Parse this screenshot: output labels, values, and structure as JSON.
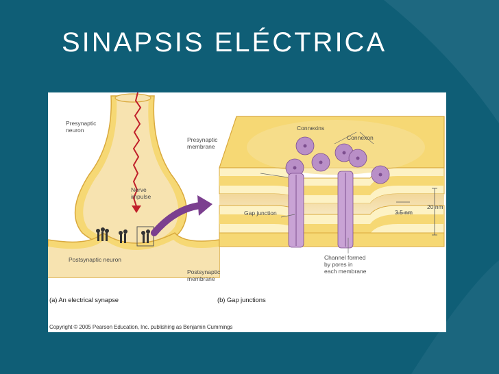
{
  "slide": {
    "title": "SINAPSIS ELÉCTRICA",
    "colors": {
      "background": "#0f5e76",
      "background_accent": "#2b7189",
      "title_text": "#ffffff",
      "membrane_yellow": "#f6d874",
      "membrane_light": "#fdf2c4",
      "cytoplasm": "#f7e3b0",
      "connexin_purple": "#b98fc7",
      "connexin_dark": "#7d4f8f",
      "nerve_impulse_red": "#c0202a",
      "arrow_purple": "#7b3f8f"
    }
  },
  "figure": {
    "panel_a": {
      "label_presynaptic_neuron": [
        "Presynaptic",
        "neuron"
      ],
      "label_nerve_impulse": [
        "Nerve",
        "impulse"
      ],
      "label_postsynaptic_neuron": "Postsynaptic neuron",
      "caption": "(a) An electrical synapse"
    },
    "panel_b": {
      "label_presynaptic_membrane": [
        "Presynaptic",
        "membrane"
      ],
      "label_connexins": "Connexins",
      "label_connexon": "Connexon",
      "label_gap_junction": "Gap junction",
      "label_gap_width": "3.5 nm",
      "label_total_width": "20 nm",
      "label_channel": [
        "Channel formed",
        "by pores in",
        "each membrane"
      ],
      "label_postsynaptic_membrane": [
        "Postsynaptic",
        "membrane"
      ],
      "caption": "(b) Gap junctions"
    },
    "copyright": "Copyright © 2005 Pearson Education, Inc. publishing as Benjamin Cummings"
  }
}
